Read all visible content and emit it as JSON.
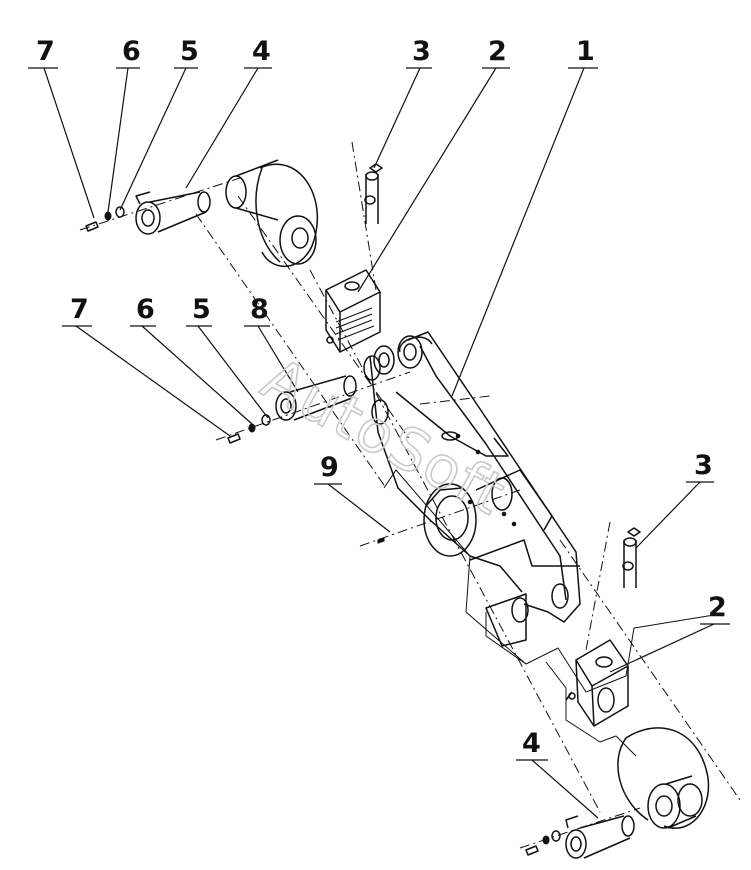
{
  "watermark": "AutoSoft",
  "callouts": [
    {
      "id": "c-7-top",
      "label": "7"
    },
    {
      "id": "c-6-top",
      "label": "6"
    },
    {
      "id": "c-5-top",
      "label": "5"
    },
    {
      "id": "c-4-top",
      "label": "4"
    },
    {
      "id": "c-3-top",
      "label": "3"
    },
    {
      "id": "c-2-top",
      "label": "2"
    },
    {
      "id": "c-1-top",
      "label": "1"
    },
    {
      "id": "c-7-mid",
      "label": "7"
    },
    {
      "id": "c-6-mid",
      "label": "6"
    },
    {
      "id": "c-5-mid",
      "label": "5"
    },
    {
      "id": "c-8-mid",
      "label": "8"
    },
    {
      "id": "c-9",
      "label": "9"
    },
    {
      "id": "c-3-right",
      "label": "3"
    },
    {
      "id": "c-2-right",
      "label": "2"
    },
    {
      "id": "c-4-bottom",
      "label": "4"
    }
  ]
}
